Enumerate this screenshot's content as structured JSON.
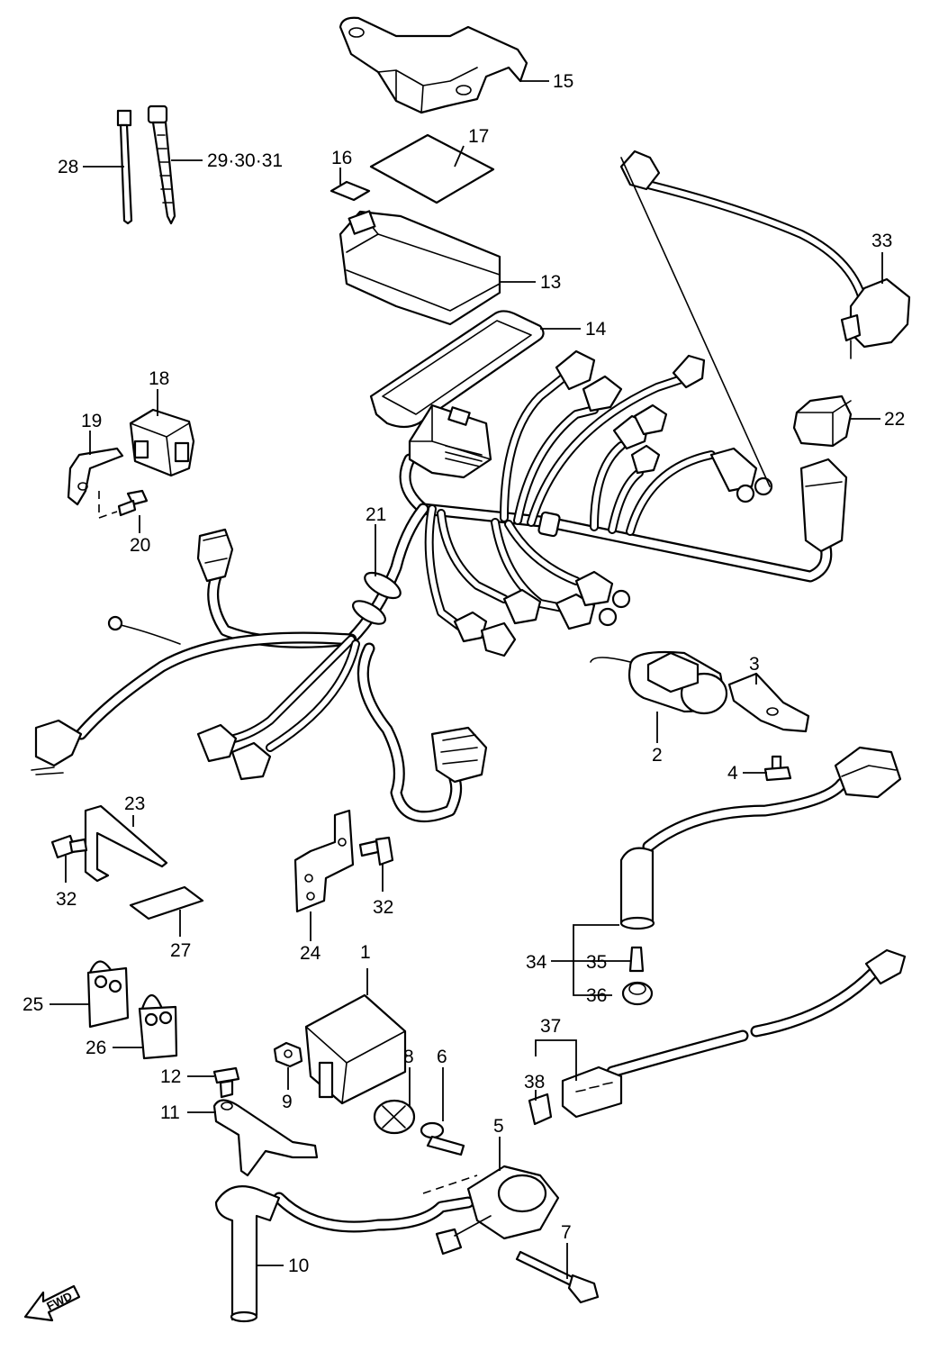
{
  "labels": {
    "l1": "1",
    "l2": "2",
    "l3": "3",
    "l4": "4",
    "l5": "5",
    "l6": "6",
    "l7": "7",
    "l8": "8",
    "l9": "9",
    "l10": "10",
    "l11": "11",
    "l12": "12",
    "l13": "13",
    "l14": "14",
    "l15": "15",
    "l16": "16",
    "l17": "17",
    "l18": "18",
    "l19": "19",
    "l20": "20",
    "l21": "21",
    "l22": "22",
    "l23": "23",
    "l24": "24",
    "l25": "25",
    "l26": "26",
    "l27": "27",
    "l28": "28",
    "l29_31": "29·30·31",
    "l32a": "32",
    "l32b": "32",
    "l33": "33",
    "l34": "34",
    "l35": "35",
    "l36": "36",
    "l37": "37",
    "l38": "38"
  },
  "fwd": "FWD"
}
